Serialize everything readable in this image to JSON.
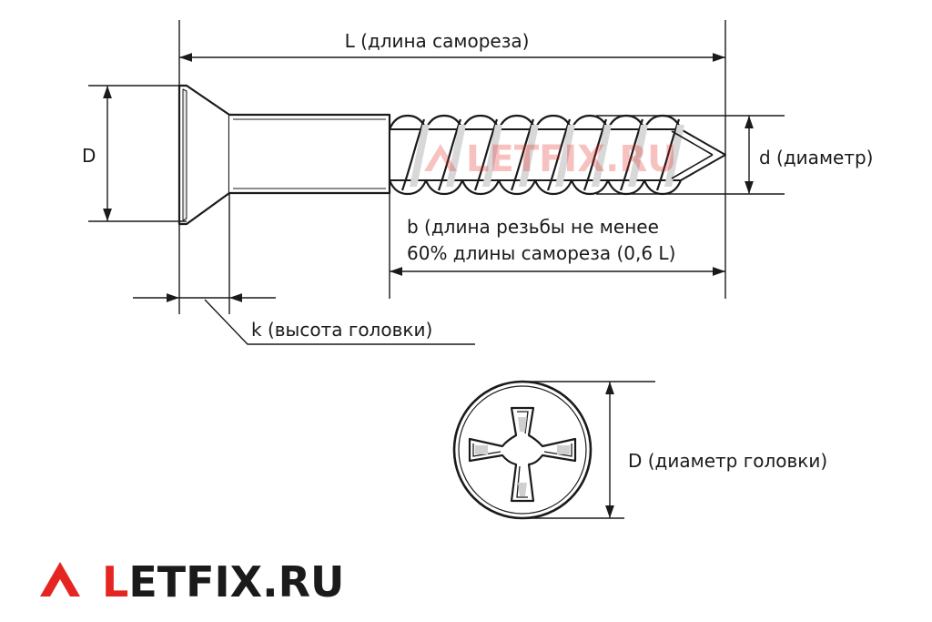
{
  "labels": {
    "length": "L (длина самореза)",
    "head_diameter_side": "D",
    "shank_diameter": "d (диаметр)",
    "thread_length_line1": "b (длина резьбы не менее",
    "thread_length_line2": "60% длины самореза (0,6 L)",
    "head_height": "k (высота головки)",
    "head_diameter_top": "D (диаметр головки)"
  },
  "logo": {
    "text_first": "L",
    "text_rest": "ETFIX.RU",
    "accent_color": "#e52521",
    "text_color": "#1a1a1a"
  },
  "watermark": {
    "text": "LETFIX.RU",
    "color": "#e52521"
  }
}
